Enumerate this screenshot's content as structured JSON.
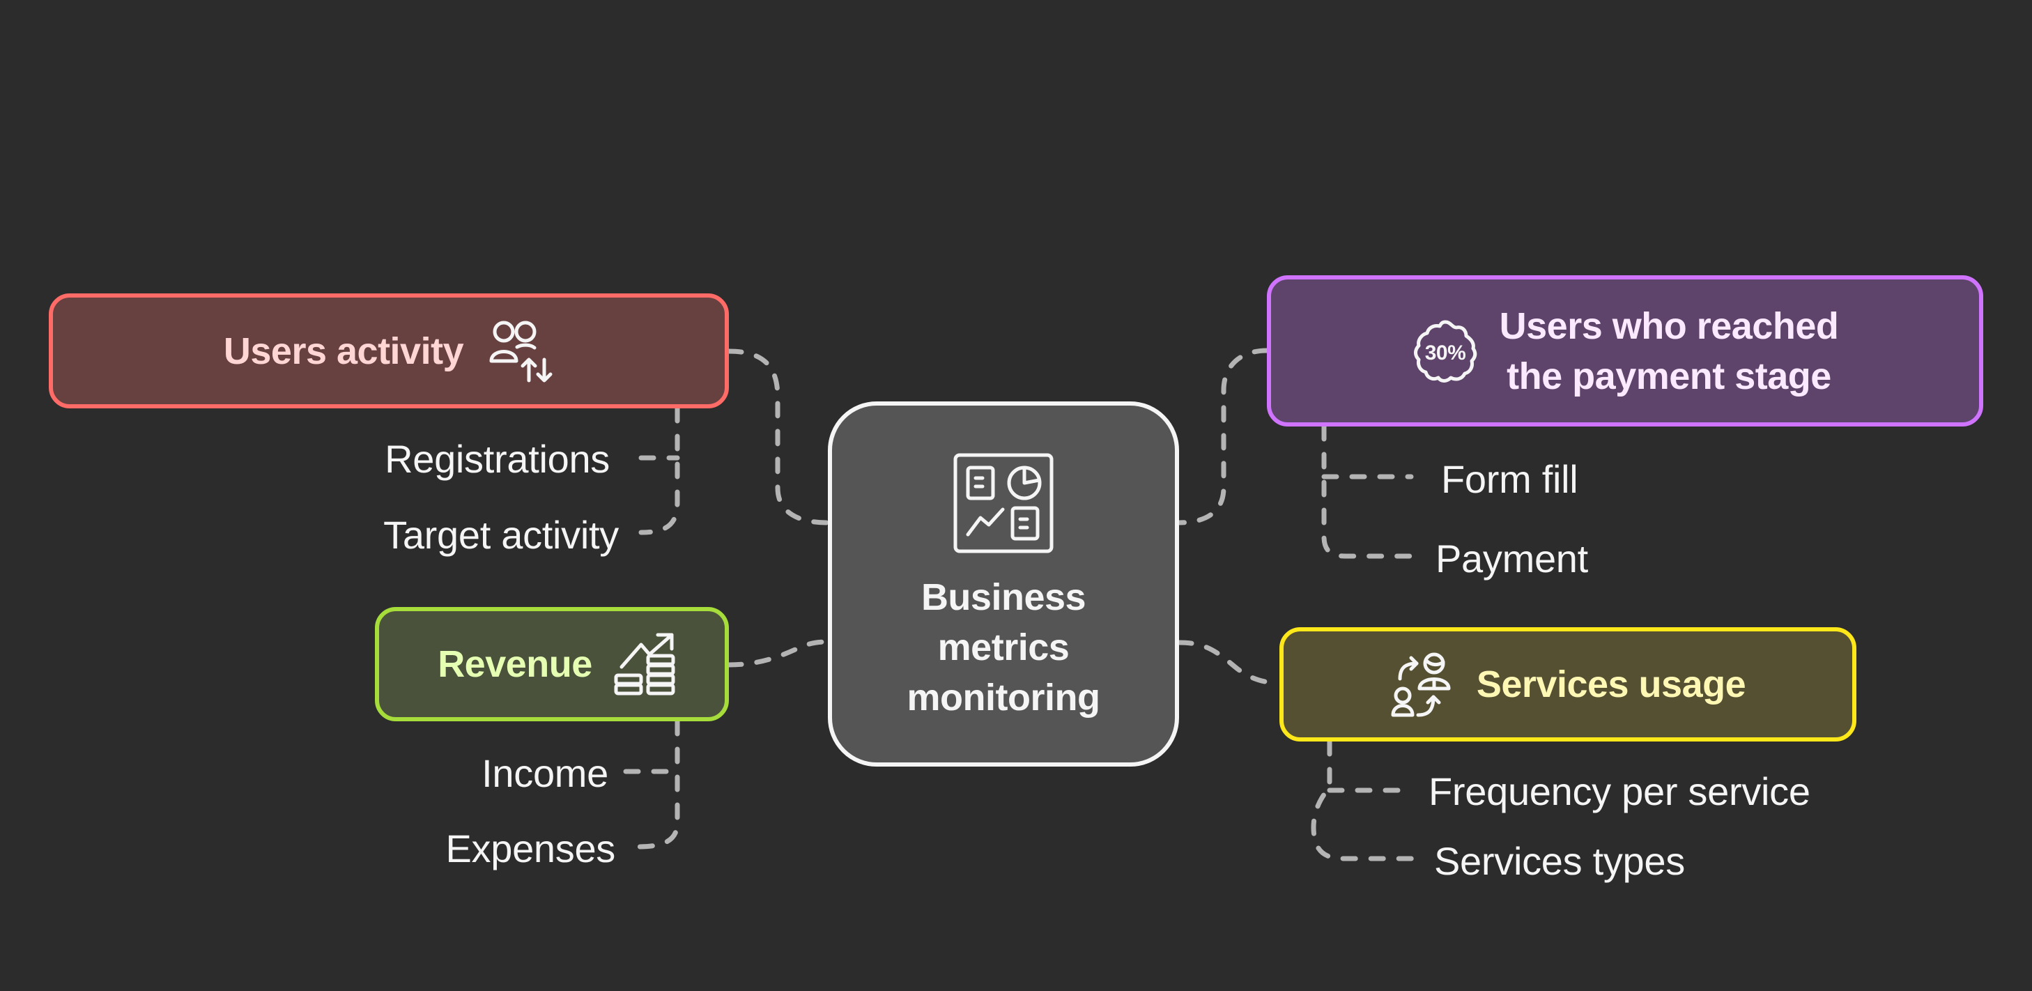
{
  "diagram": {
    "type": "mind-map",
    "background_color": "#2c2c2c",
    "connector_color": "#b4b4b4",
    "center": {
      "label": "Business\nmetrics\nmonitoring",
      "icon": "dashboard-icon",
      "fill": "#555555",
      "border": "#f5f5f5"
    },
    "branches": [
      {
        "id": "users-activity",
        "label": "Users activity",
        "icon": "users-arrows-icon",
        "side": "left",
        "fill": "#674040",
        "border": "#ff6b67",
        "text_color": "#ffd6d4",
        "children": [
          "Registrations",
          "Target activity"
        ]
      },
      {
        "id": "revenue",
        "label": "Revenue",
        "icon": "revenue-growth-icon",
        "side": "left",
        "fill": "#4b523b",
        "border": "#a6dd3a",
        "text_color": "#e5ffb3",
        "children": [
          "Income",
          "Expenses"
        ]
      },
      {
        "id": "payment-stage",
        "label": "Users who reached\nthe payment stage",
        "icon": "discount-badge-icon",
        "icon_text": "30%",
        "side": "right",
        "fill": "#5e436b",
        "border": "#d074ff",
        "text_color": "#fbe9ff",
        "children": [
          "Form fill",
          "Payment"
        ]
      },
      {
        "id": "services-usage",
        "label": "Services usage",
        "icon": "user-exchange-icon",
        "side": "right",
        "fill": "#555032",
        "border": "#ffe81a",
        "text_color": "#fff8b5",
        "children": [
          "Frequency per service",
          "Services types"
        ]
      }
    ]
  }
}
